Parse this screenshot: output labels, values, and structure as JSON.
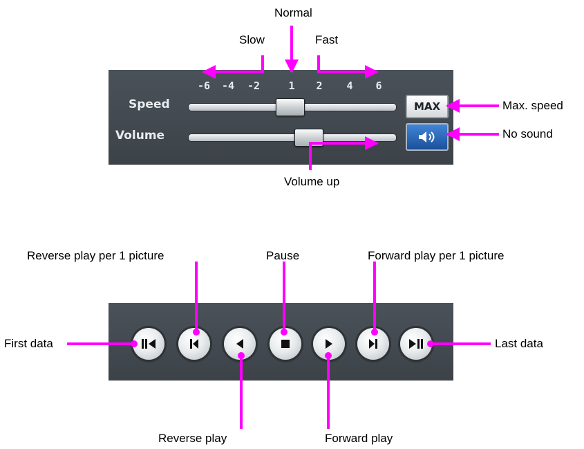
{
  "speed_panel": {
    "speed_label": "Speed",
    "volume_label": "Volume",
    "ticks": [
      "-6",
      "-4",
      "-2",
      "1",
      "2",
      "4",
      "6"
    ],
    "speed_value": "1",
    "max_button_label": "MAX",
    "sound_icon": "speaker-icon"
  },
  "callouts_top": {
    "normal": "Normal",
    "slow": "Slow",
    "fast": "Fast",
    "max_speed": "Max. speed",
    "no_sound": "No sound",
    "volume_up": "Volume up"
  },
  "controls": [
    {
      "name": "first-data-button",
      "icon": "skip-to-start-icon"
    },
    {
      "name": "reverse-step-button",
      "icon": "step-back-icon"
    },
    {
      "name": "reverse-play-button",
      "icon": "play-reverse-icon"
    },
    {
      "name": "pause-button",
      "icon": "stop-square-icon"
    },
    {
      "name": "forward-play-button",
      "icon": "play-icon"
    },
    {
      "name": "forward-step-button",
      "icon": "step-forward-icon"
    },
    {
      "name": "last-data-button",
      "icon": "skip-to-end-icon"
    }
  ],
  "callouts_bottom": {
    "reverse_step": "Reverse play per 1 picture",
    "pause": "Pause",
    "forward_step": "Forward play per 1 picture",
    "first_data": "First data",
    "last_data": "Last data",
    "reverse_play": "Reverse play",
    "forward_play": "Forward play"
  },
  "colors": {
    "annotation": "#ff00ff",
    "panel": "#42494f"
  }
}
